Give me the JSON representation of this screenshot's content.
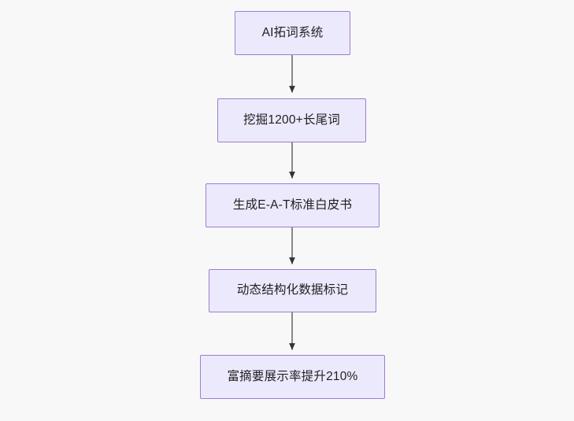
{
  "diagram": {
    "type": "flowchart",
    "direction": "top-to-bottom",
    "background_color": "#f8f8f8",
    "node_fill_color": "#ece9fc",
    "node_border_color": "#9d7cd0",
    "node_text_color": "#1f1f1f",
    "connector_color": "#888888",
    "arrowhead_color": "#333333",
    "nodes": [
      {
        "id": "n1",
        "label": "AI拓词系统"
      },
      {
        "id": "n2",
        "label": "挖掘1200+长尾词"
      },
      {
        "id": "n3",
        "label": "生成E-A-T标准白皮书"
      },
      {
        "id": "n4",
        "label": "动态结构化数据标记"
      },
      {
        "id": "n5",
        "label": "富摘要展示率提升210%"
      }
    ],
    "edges": [
      {
        "id": "e1",
        "from": "n1",
        "to": "n2",
        "label": ""
      },
      {
        "id": "e2",
        "from": "n2",
        "to": "n3",
        "label": ""
      },
      {
        "id": "e3",
        "from": "n3",
        "to": "n4",
        "label": ""
      },
      {
        "id": "e4",
        "from": "n4",
        "to": "n5",
        "label": ""
      }
    ]
  }
}
